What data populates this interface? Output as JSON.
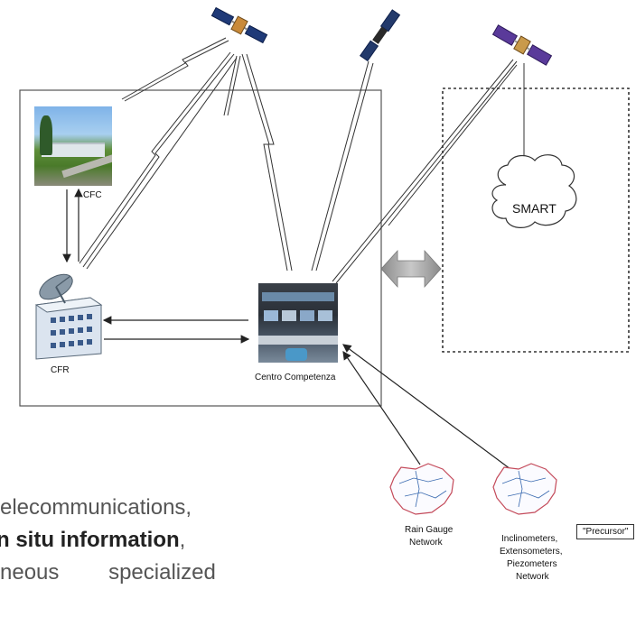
{
  "nodes": {
    "cfc": "CFC",
    "cfr": "CFR",
    "centro": "Centro Competenza",
    "smart": "SMART",
    "rain_gauge": [
      "Rain Gauge",
      "Network"
    ],
    "inclinometers": [
      "Inclinometers,",
      "Extensometers,",
      "Piezometers",
      "Network"
    ],
    "precursor": "\"Precursor\""
  },
  "bottom_text": {
    "line1": "elecommunications,",
    "line2_bold": "n situ information",
    "line2_tail": ",",
    "line3a": "neous",
    "line3b": "specialized"
  },
  "icons": [
    "satellite-icon",
    "satellite-icon",
    "satellite-icon",
    "double-arrow-icon",
    "cloud-icon",
    "building-icon",
    "satellite-dish-icon",
    "map-icon"
  ]
}
